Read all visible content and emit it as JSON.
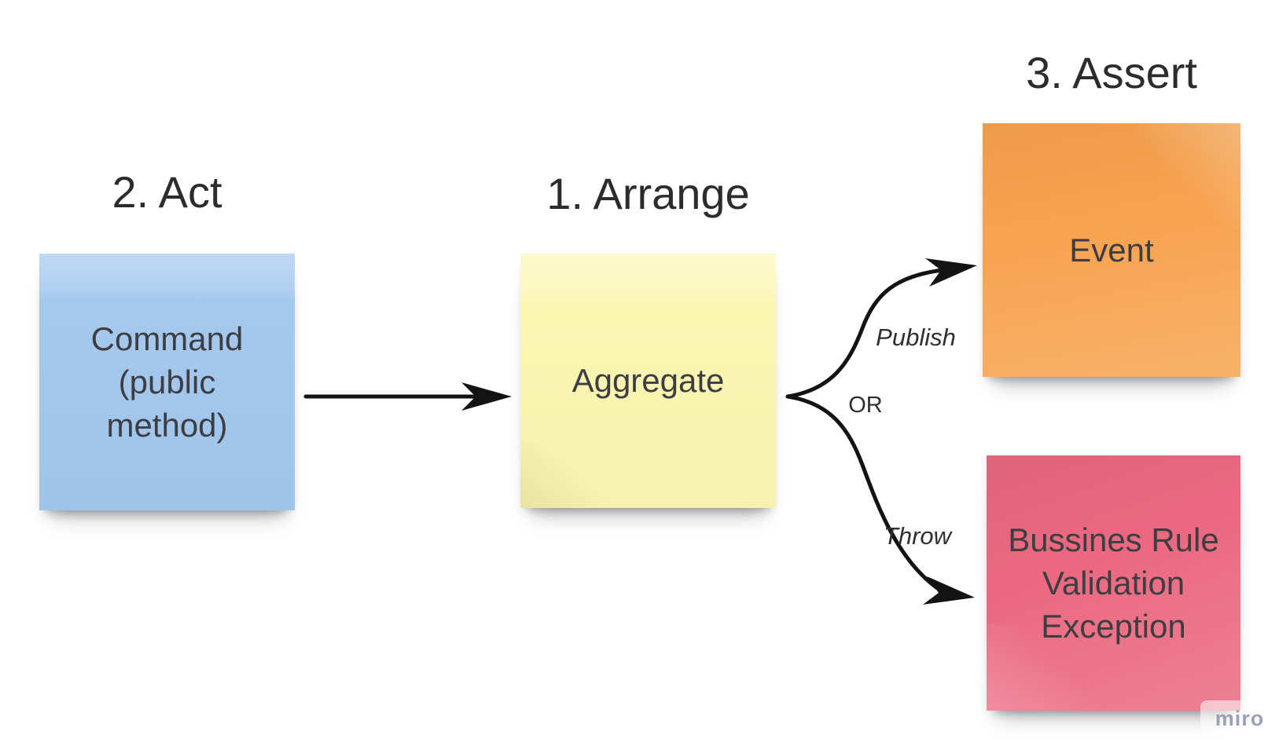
{
  "canvas": {
    "background_color": "#ffffff",
    "connector_color": "#131313",
    "note_text_color": "#3d3d42",
    "title_text_color": "#2c2c2e"
  },
  "titles": {
    "act": "2. Act",
    "arrange": "1. Arrange",
    "assert": "3. Assert"
  },
  "notes": {
    "command": {
      "text": "Command (public method)",
      "color": "#a4c8ee"
    },
    "aggregate": {
      "text": "Aggregate",
      "color": "#fbf6b2"
    },
    "event": {
      "text": "Event",
      "color": "#f7a24e"
    },
    "exception": {
      "text": "Bussines Rule Validation Exception",
      "color": "#eb6980"
    }
  },
  "connector_labels": {
    "publish": "Publish",
    "or": "OR",
    "throw": "Throw"
  },
  "watermark": {
    "label": "miro"
  }
}
